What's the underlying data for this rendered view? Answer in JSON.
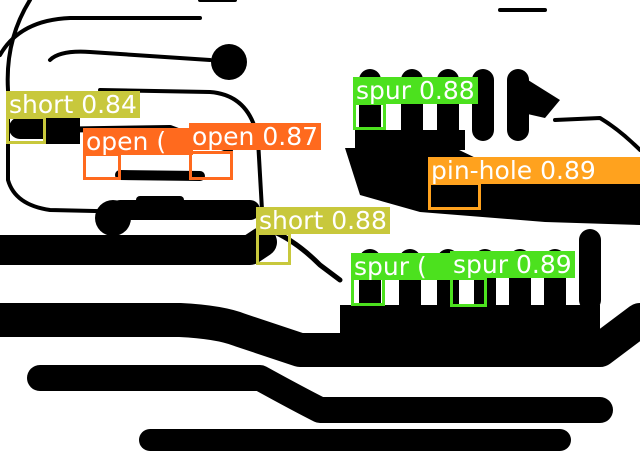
{
  "image": {
    "description_colors": {
      "board": "#ffffff",
      "copper": "#000000"
    }
  },
  "detections": [
    {
      "label": "short",
      "score": "0.84",
      "color": "#c8c83c"
    },
    {
      "label": "open",
      "score": "",
      "color": "#ff6a1e"
    },
    {
      "label": "open",
      "score": "0.87",
      "color": "#ff6a1e"
    },
    {
      "label": "spur",
      "score": "0.88",
      "color": "#4ce11e"
    },
    {
      "label": "pin-hole",
      "score": "0.89",
      "color": "#ffa21e"
    },
    {
      "label": "short",
      "score": "0.88",
      "color": "#c8c83c"
    },
    {
      "label": "spur",
      "score": "",
      "color": "#4ce11e"
    },
    {
      "label": "spur",
      "score": "0.89",
      "color": "#4ce11e"
    }
  ]
}
